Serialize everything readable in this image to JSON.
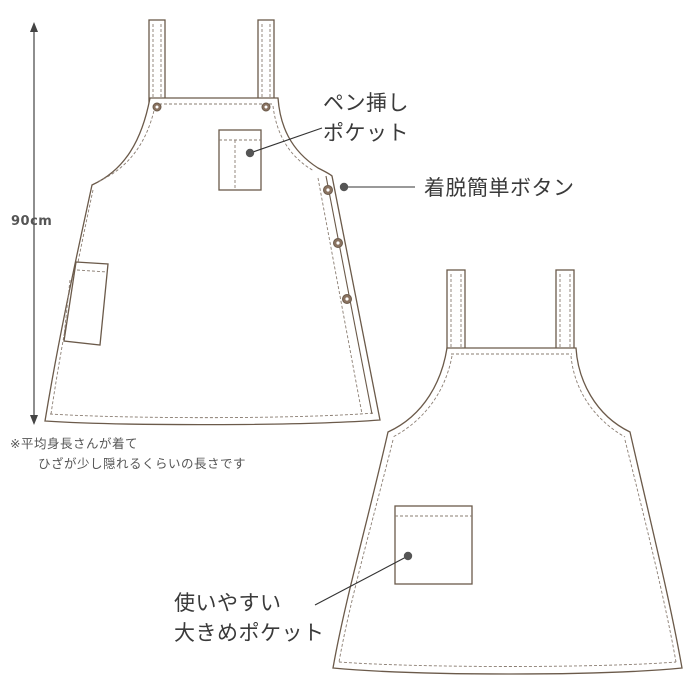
{
  "dimension": {
    "label": "90cm"
  },
  "note": {
    "line1": "※平均身長さんが着て",
    "line2": "ひざが少し隠れるくらいの長さです"
  },
  "callouts": {
    "pen_pocket": {
      "line1": "ペン挿し",
      "line2": "ポケット"
    },
    "buttons": {
      "label": "着脱簡単ボタン"
    },
    "big_pocket": {
      "line1": "使いやすい",
      "line2": "大きめポケット"
    }
  },
  "colors": {
    "outline": "#6b5a4a",
    "stitch": "#8a7d72",
    "leader": "#333333",
    "marker": "#555555",
    "button_fill": "#8a7361"
  }
}
